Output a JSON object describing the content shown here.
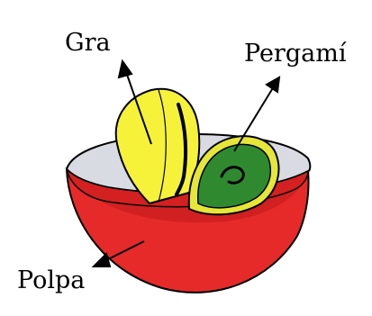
{
  "labels": {
    "gra": "Gra",
    "pergami": "Pergamí",
    "polpa": "Polpa"
  },
  "colors": {
    "pulp": "#e62a2a",
    "pulp_dark": "#b51212",
    "seed": "#f6f23a",
    "parchment_fill": "#2f8a2f",
    "parchment_rim": "#e6e63a",
    "interior": "#d8dbe2",
    "outline": "#000000"
  }
}
